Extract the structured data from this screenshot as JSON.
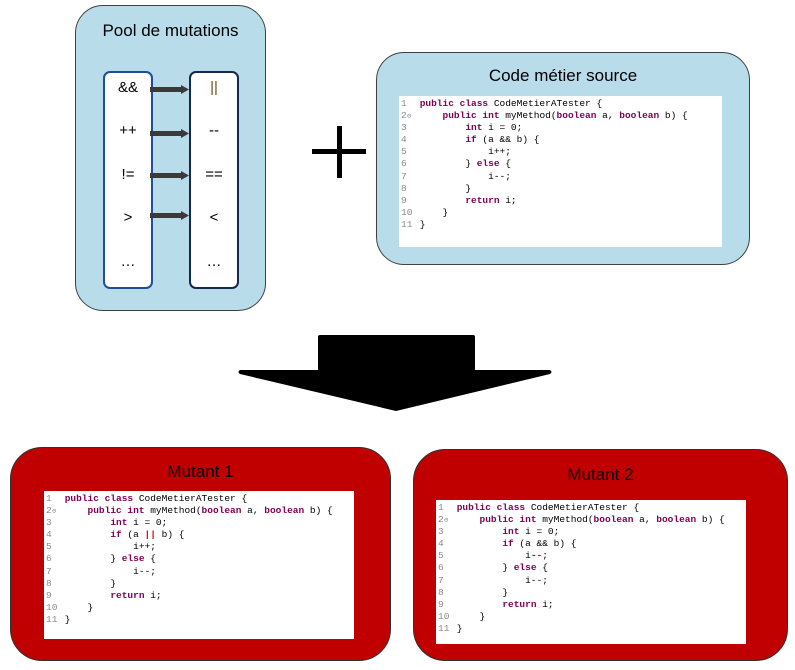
{
  "pool": {
    "title": "Pool de mutations",
    "mutations": [
      {
        "from": "&&",
        "to": "||"
      },
      {
        "from": "++",
        "to": "--"
      },
      {
        "from": "!=",
        "to": "=="
      },
      {
        "from": ">",
        "to": "<"
      },
      {
        "from": "…",
        "to": "…"
      }
    ]
  },
  "operator_plus": "+",
  "source": {
    "title": "Code métier source",
    "lines": [
      {
        "n": "1",
        "indent": "",
        "parts": [
          {
            "k": "kw",
            "t": "public class "
          },
          {
            "k": "txt",
            "t": "CodeMetierATester {"
          }
        ]
      },
      {
        "n": "2",
        "fold": true,
        "indent": "    ",
        "parts": [
          {
            "k": "kw",
            "t": "public int "
          },
          {
            "k": "txt",
            "t": "myMethod("
          },
          {
            "k": "kw",
            "t": "boolean "
          },
          {
            "k": "txt",
            "t": "a, "
          },
          {
            "k": "kw",
            "t": "boolean "
          },
          {
            "k": "txt",
            "t": "b) {"
          }
        ]
      },
      {
        "n": "3",
        "indent": "        ",
        "parts": [
          {
            "k": "kw",
            "t": "int "
          },
          {
            "k": "txt",
            "t": "i = 0;"
          }
        ]
      },
      {
        "n": "4",
        "indent": "        ",
        "parts": [
          {
            "k": "kw",
            "t": "if "
          },
          {
            "k": "txt",
            "t": "(a && b) {"
          }
        ]
      },
      {
        "n": "5",
        "indent": "            ",
        "parts": [
          {
            "k": "txt",
            "t": "i++;"
          }
        ]
      },
      {
        "n": "6",
        "indent": "        ",
        "parts": [
          {
            "k": "txt",
            "t": "} "
          },
          {
            "k": "kw",
            "t": "else "
          },
          {
            "k": "txt",
            "t": "{"
          }
        ]
      },
      {
        "n": "7",
        "indent": "            ",
        "parts": [
          {
            "k": "txt",
            "t": "i--;"
          }
        ]
      },
      {
        "n": "8",
        "indent": "        ",
        "parts": [
          {
            "k": "txt",
            "t": "}"
          }
        ]
      },
      {
        "n": "9",
        "indent": "        ",
        "parts": [
          {
            "k": "kw",
            "t": "return "
          },
          {
            "k": "txt",
            "t": "i;"
          }
        ]
      },
      {
        "n": "10",
        "indent": "    ",
        "parts": [
          {
            "k": "txt",
            "t": "}"
          }
        ]
      },
      {
        "n": "11",
        "indent": "",
        "parts": [
          {
            "k": "txt",
            "t": "}"
          }
        ]
      }
    ]
  },
  "mutants": [
    {
      "title": "Mutant 1",
      "lines": [
        {
          "n": "1",
          "indent": "",
          "parts": [
            {
              "k": "kw",
              "t": "public class "
            },
            {
              "k": "txt",
              "t": "CodeMetierATester {"
            }
          ]
        },
        {
          "n": "2",
          "fold": true,
          "indent": "    ",
          "parts": [
            {
              "k": "kw",
              "t": "public int "
            },
            {
              "k": "txt",
              "t": "myMethod("
            },
            {
              "k": "kw",
              "t": "boolean "
            },
            {
              "k": "txt",
              "t": "a, "
            },
            {
              "k": "kw",
              "t": "boolean "
            },
            {
              "k": "txt",
              "t": "b) {"
            }
          ]
        },
        {
          "n": "3",
          "indent": "        ",
          "parts": [
            {
              "k": "kw",
              "t": "int "
            },
            {
              "k": "txt",
              "t": "i = 0;"
            }
          ]
        },
        {
          "n": "4",
          "indent": "        ",
          "parts": [
            {
              "k": "kw",
              "t": "if "
            },
            {
              "k": "txt",
              "t": "(a "
            },
            {
              "k": "mutated",
              "t": "||"
            },
            {
              "k": "txt",
              "t": " b) {"
            }
          ]
        },
        {
          "n": "5",
          "indent": "            ",
          "parts": [
            {
              "k": "txt",
              "t": "i++;"
            }
          ]
        },
        {
          "n": "6",
          "indent": "        ",
          "parts": [
            {
              "k": "txt",
              "t": "} "
            },
            {
              "k": "kw",
              "t": "else "
            },
            {
              "k": "txt",
              "t": "{"
            }
          ]
        },
        {
          "n": "7",
          "indent": "            ",
          "parts": [
            {
              "k": "txt",
              "t": "i--;"
            }
          ]
        },
        {
          "n": "8",
          "indent": "        ",
          "parts": [
            {
              "k": "txt",
              "t": "}"
            }
          ]
        },
        {
          "n": "9",
          "indent": "        ",
          "parts": [
            {
              "k": "kw",
              "t": "return "
            },
            {
              "k": "txt",
              "t": "i;"
            }
          ]
        },
        {
          "n": "10",
          "indent": "    ",
          "parts": [
            {
              "k": "txt",
              "t": "}"
            }
          ]
        },
        {
          "n": "11",
          "indent": "",
          "parts": [
            {
              "k": "txt",
              "t": "}"
            }
          ]
        }
      ]
    },
    {
      "title": "Mutant 2",
      "lines": [
        {
          "n": "1",
          "indent": "",
          "parts": [
            {
              "k": "kw",
              "t": "public class "
            },
            {
              "k": "txt",
              "t": "CodeMetierATester {"
            }
          ]
        },
        {
          "n": "2",
          "fold": true,
          "indent": "    ",
          "parts": [
            {
              "k": "kw",
              "t": "public int "
            },
            {
              "k": "txt",
              "t": "myMethod("
            },
            {
              "k": "kw",
              "t": "boolean "
            },
            {
              "k": "txt",
              "t": "a, "
            },
            {
              "k": "kw",
              "t": "boolean "
            },
            {
              "k": "txt",
              "t": "b) {"
            }
          ]
        },
        {
          "n": "3",
          "indent": "        ",
          "parts": [
            {
              "k": "kw",
              "t": "int "
            },
            {
              "k": "txt",
              "t": "i = 0;"
            }
          ]
        },
        {
          "n": "4",
          "indent": "        ",
          "parts": [
            {
              "k": "kw",
              "t": "if "
            },
            {
              "k": "txt",
              "t": "(a && b) {"
            }
          ]
        },
        {
          "n": "5",
          "indent": "            ",
          "parts": [
            {
              "k": "txt",
              "t": "i"
            },
            {
              "k": "mutated",
              "t": "--"
            },
            {
              "k": "txt",
              "t": ";"
            }
          ]
        },
        {
          "n": "6",
          "indent": "        ",
          "parts": [
            {
              "k": "txt",
              "t": "} "
            },
            {
              "k": "kw",
              "t": "else "
            },
            {
              "k": "txt",
              "t": "{"
            }
          ]
        },
        {
          "n": "7",
          "indent": "            ",
          "parts": [
            {
              "k": "txt",
              "t": "i--;"
            }
          ]
        },
        {
          "n": "8",
          "indent": "        ",
          "parts": [
            {
              "k": "txt",
              "t": "}"
            }
          ]
        },
        {
          "n": "9",
          "indent": "        ",
          "parts": [
            {
              "k": "kw",
              "t": "return "
            },
            {
              "k": "txt",
              "t": "i;"
            }
          ]
        },
        {
          "n": "10",
          "indent": "    ",
          "parts": [
            {
              "k": "txt",
              "t": "}"
            }
          ]
        },
        {
          "n": "11",
          "indent": "",
          "parts": [
            {
              "k": "txt",
              "t": "}"
            }
          ]
        }
      ]
    }
  ],
  "colors": {
    "pool_bg": "#b9dcea",
    "mutant_bg": "#c00000",
    "keyword": "#7f0055",
    "mutation_highlight": "#e00000"
  }
}
